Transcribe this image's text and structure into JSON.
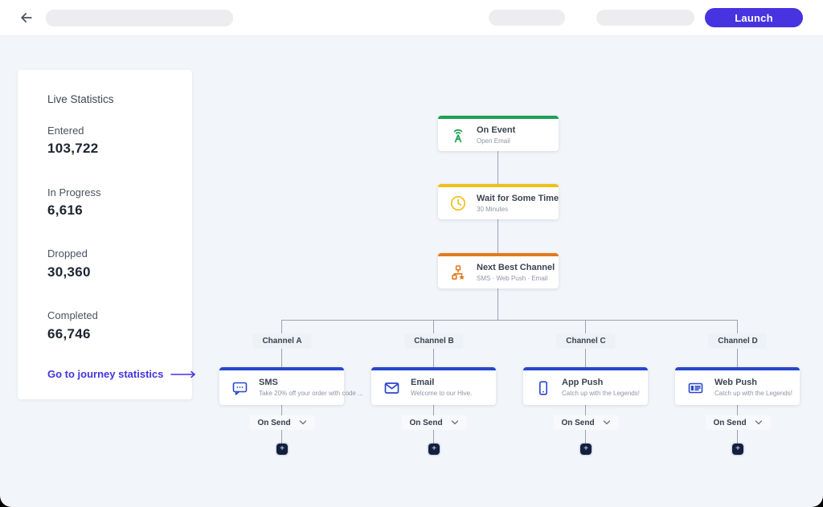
{
  "topbar": {
    "launch_label": "Launch",
    "launch_bg": "#4733e0"
  },
  "stats": {
    "title": "Live Statistics",
    "items": [
      {
        "label": "Entered",
        "value": "103,722"
      },
      {
        "label": "In Progress",
        "value": "6,616"
      },
      {
        "label": "Dropped",
        "value": "30,360"
      },
      {
        "label": "Completed",
        "value": "66,746"
      }
    ],
    "link_label": "Go to journey statistics",
    "link_color": "#4334e0"
  },
  "flow": {
    "main_nodes": [
      {
        "title": "On Event",
        "subtitle": "Open Email",
        "accent": "#1ea055",
        "icon": "broadcast-icon"
      },
      {
        "title": "Wait for Some Time",
        "subtitle": "30 Minutes",
        "accent": "#f0bf1a",
        "icon": "clock-icon"
      },
      {
        "title": "Next Best Channel",
        "subtitle": "SMS · Web Push · Email",
        "accent": "#e17a1e",
        "icon": "hierarchy-star-icon"
      }
    ],
    "branch_accent": "#2946cb",
    "branches": [
      {
        "label": "Channel A",
        "title": "SMS",
        "subtitle": "Take 20% off your order with code ...",
        "icon": "sms-icon"
      },
      {
        "label": "Channel B",
        "title": "Email",
        "subtitle": "Welcome to our Hive.",
        "icon": "email-icon"
      },
      {
        "label": "Channel C",
        "title": "App Push",
        "subtitle": "Catch up with the Legends!",
        "icon": "app-push-icon"
      },
      {
        "label": "Channel D",
        "title": "Web Push",
        "subtitle": "Catch up with the Legends!",
        "icon": "web-push-icon"
      }
    ],
    "on_send_label": "On Send",
    "add_label": "+"
  }
}
